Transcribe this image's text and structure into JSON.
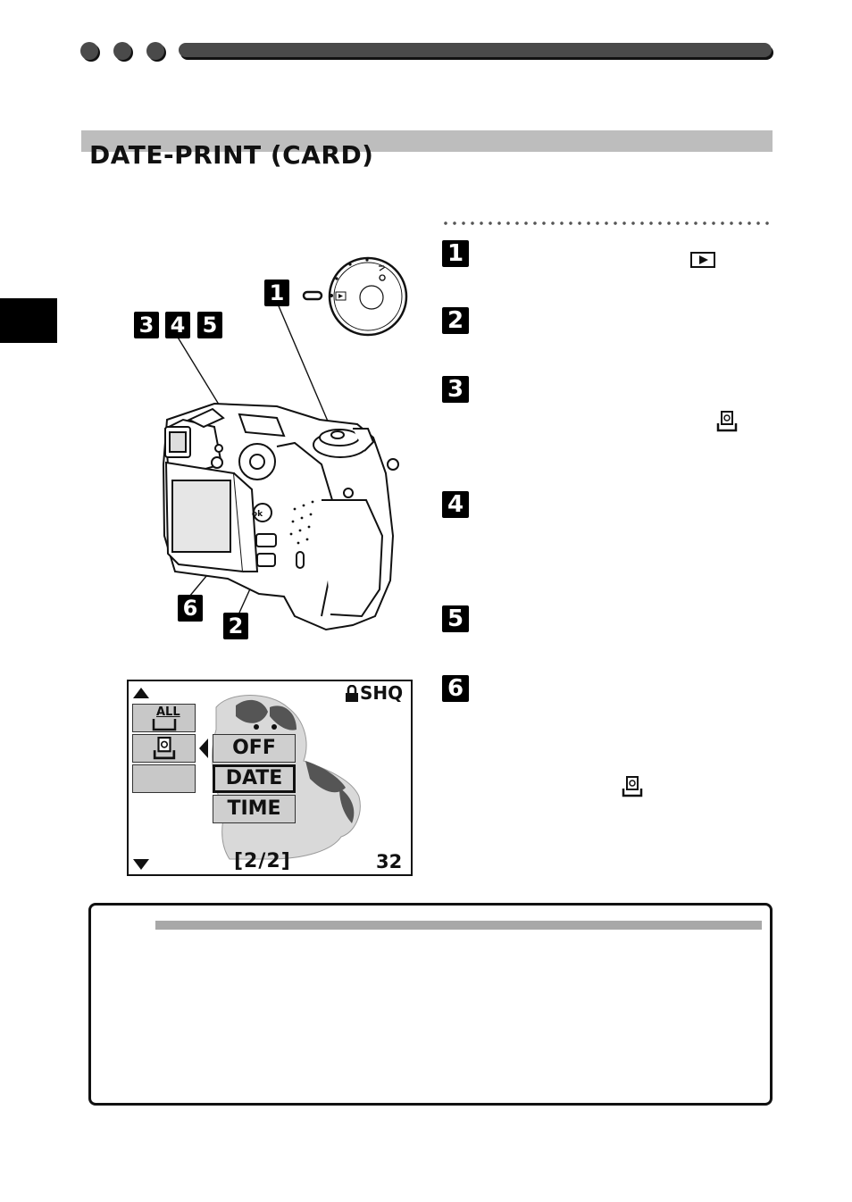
{
  "page": {
    "title": "DATE-PRINT (CARD)"
  },
  "diagram": {
    "callouts": [
      "1",
      "3",
      "4",
      "5",
      "6",
      "2"
    ]
  },
  "steps": [
    {
      "number": "1"
    },
    {
      "number": "2"
    },
    {
      "number": "3"
    },
    {
      "number": "4"
    },
    {
      "number": "5"
    },
    {
      "number": "6"
    }
  ],
  "lcd": {
    "quality": "SHQ",
    "all_label": "ALL",
    "options": [
      "OFF",
      "DATE",
      "TIME"
    ],
    "selected": "DATE",
    "page_indicator": "[2/2]",
    "frames_remaining": "32"
  },
  "icons": {
    "mode_dial": "mode-dial-icon",
    "play": "playback-icon",
    "print_reserve": "print-reserve-icon",
    "lock": "lock-icon"
  }
}
